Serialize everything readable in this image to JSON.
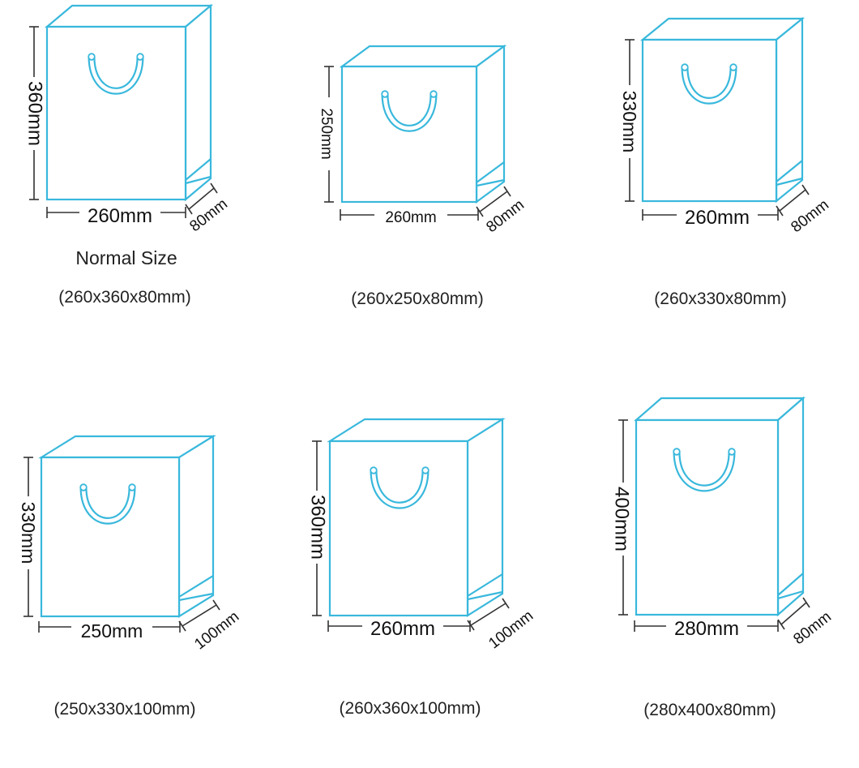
{
  "colors": {
    "outline": "#39b8dc",
    "dimension": "#333333",
    "text": "#111111"
  },
  "bags": [
    {
      "height_label": "360mm",
      "width_label": "260mm",
      "depth_label": "80mm",
      "note": "Normal Size",
      "caption": "(260x360x80mm)"
    },
    {
      "height_label": "250mm",
      "width_label": "260mm",
      "depth_label": "80mm",
      "note": "",
      "caption": "(260x250x80mm)"
    },
    {
      "height_label": "330mm",
      "width_label": "260mm",
      "depth_label": "80mm",
      "note": "",
      "caption": "(260x330x80mm)"
    },
    {
      "height_label": "330mm",
      "width_label": "250mm",
      "depth_label": "100mm",
      "note": "",
      "caption": "(250x330x100mm)"
    },
    {
      "height_label": "360mm",
      "width_label": "260mm",
      "depth_label": "100mm",
      "note": "",
      "caption": "(260x360x100mm)"
    },
    {
      "height_label": "400mm",
      "width_label": "280mm",
      "depth_label": "80mm",
      "note": "",
      "caption": "(280x400x80mm)"
    }
  ]
}
